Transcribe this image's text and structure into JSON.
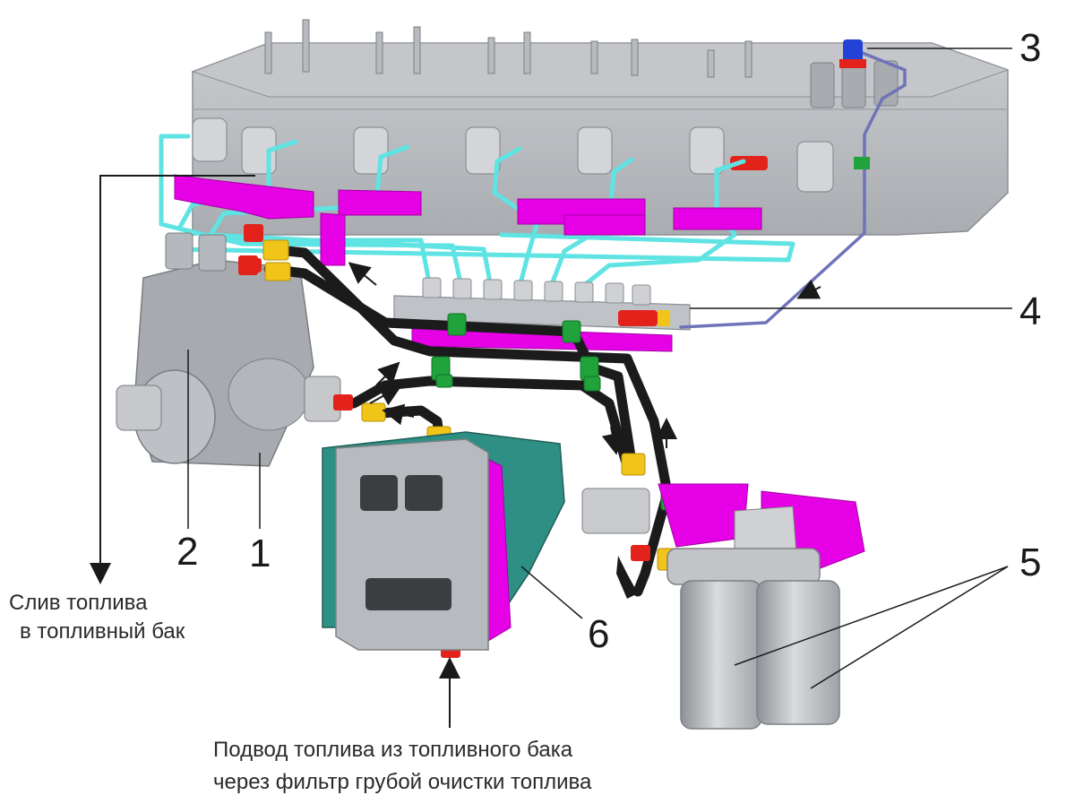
{
  "callouts": {
    "c1": "1",
    "c2": "2",
    "c3": "3",
    "c4": "4",
    "c5": "5",
    "c6": "6"
  },
  "captions": {
    "drain_line1": "Слив топлива",
    "drain_line2": "в топливный бак",
    "supply_line1": "Подвод топлива из топливного бака",
    "supply_line2": "через фильтр грубой очистки топлива"
  },
  "colors": {
    "engine": "#b9bcc0",
    "engine_dark": "#9a9da2",
    "hp_lines": "#5fe3e3",
    "brackets": "#e600e6",
    "hoses": "#1b1b1b",
    "clips": "#1fa33a",
    "fittings": "#f0c419",
    "red_parts": "#e3231b",
    "ecu_plate": "#2e8f85",
    "return_line": "#6f73b8",
    "sensor": "#2443d6"
  }
}
